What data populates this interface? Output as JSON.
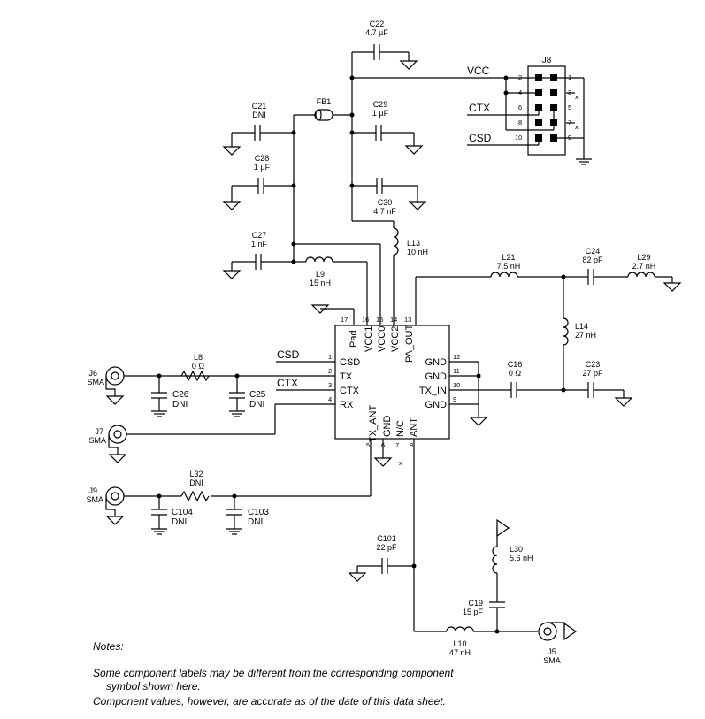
{
  "components": {
    "c22": {
      "ref": "C22",
      "value": "4.7 µF"
    },
    "c21": {
      "ref": "C21",
      "value": "DNI"
    },
    "fb1": {
      "ref": "FB1"
    },
    "c29": {
      "ref": "C29",
      "value": "1 µF"
    },
    "c28": {
      "ref": "C28",
      "value": "1 µF"
    },
    "c30": {
      "ref": "C30",
      "value": "4.7 nF"
    },
    "c27": {
      "ref": "C27",
      "value": "1 nF"
    },
    "l13": {
      "ref": "L13",
      "value": "10 nH"
    },
    "l9": {
      "ref": "L9",
      "value": "15 nH"
    },
    "l21": {
      "ref": "L21",
      "value": "7.5 nH"
    },
    "c24": {
      "ref": "C24",
      "value": "82 pF"
    },
    "l29": {
      "ref": "L29",
      "value": "2.7 nH"
    },
    "l14": {
      "ref": "L14",
      "value": "27 nH"
    },
    "c16": {
      "ref": "C16",
      "value": "0 Ω"
    },
    "c23": {
      "ref": "C23",
      "value": "27 pF"
    },
    "l8": {
      "ref": "L8",
      "value": "0 Ω"
    },
    "c26": {
      "ref": "C26",
      "value": "DNI"
    },
    "c25": {
      "ref": "C25",
      "value": "DNI"
    },
    "l32": {
      "ref": "L32",
      "value": "DNI"
    },
    "c104": {
      "ref": "C104",
      "value": "DNI"
    },
    "c103": {
      "ref": "C103",
      "value": "DNI"
    },
    "c101": {
      "ref": "C101",
      "value": "22 pF"
    },
    "l30": {
      "ref": "L30",
      "value": "5.6 nH"
    },
    "c19": {
      "ref": "C19",
      "value": "15 pF"
    },
    "l10": {
      "ref": "L10",
      "value": "47 nH"
    },
    "j6": {
      "ref": "J6",
      "type": "SMA"
    },
    "j7": {
      "ref": "J7",
      "type": "SMA"
    },
    "j9": {
      "ref": "J9",
      "type": "SMA"
    },
    "j5": {
      "ref": "J5",
      "type": "SMA"
    },
    "j8": {
      "ref": "J8"
    }
  },
  "nets": {
    "vcc": "VCC",
    "ctx": "CTX",
    "csd": "CSD"
  },
  "header_pins": {
    "left": [
      "2",
      "4",
      "6",
      "8",
      "10"
    ],
    "right": [
      "1",
      "3",
      "5",
      "7",
      "9"
    ],
    "nc_mark": "x"
  },
  "ic": {
    "pins_left": [
      {
        "num": "1",
        "name": "CSD"
      },
      {
        "num": "2",
        "name": "TX"
      },
      {
        "num": "3",
        "name": "CTX"
      },
      {
        "num": "4",
        "name": "RX"
      }
    ],
    "pins_right": [
      {
        "num": "12",
        "name": "GND"
      },
      {
        "num": "11",
        "name": "GND"
      },
      {
        "num": "10",
        "name": "TX_IN"
      },
      {
        "num": "9",
        "name": "GND"
      }
    ],
    "pins_top": [
      {
        "num": "17",
        "name": "Pad"
      },
      {
        "num": "16",
        "name": "VCC1"
      },
      {
        "num": "15",
        "name": "VCC0"
      },
      {
        "num": "14",
        "name": "VCC2"
      },
      {
        "num": "13",
        "name": "PA_OUT"
      }
    ],
    "pins_bottom": [
      {
        "num": "5",
        "name": "TX_ANT"
      },
      {
        "num": "6",
        "name": "GND"
      },
      {
        "num": "7",
        "name": "N/C"
      },
      {
        "num": "8",
        "name": "ANT"
      }
    ],
    "nc_mark": "x"
  },
  "net_labels": {
    "csd": "CSD",
    "ctx": "CTX"
  },
  "notes": {
    "title": "Notes:",
    "line1": "Some component labels may be different  from the corresponding component",
    "line2": "symbol shown here.",
    "line3": "Component values, however, are accurate as of the date of this data sheet."
  }
}
